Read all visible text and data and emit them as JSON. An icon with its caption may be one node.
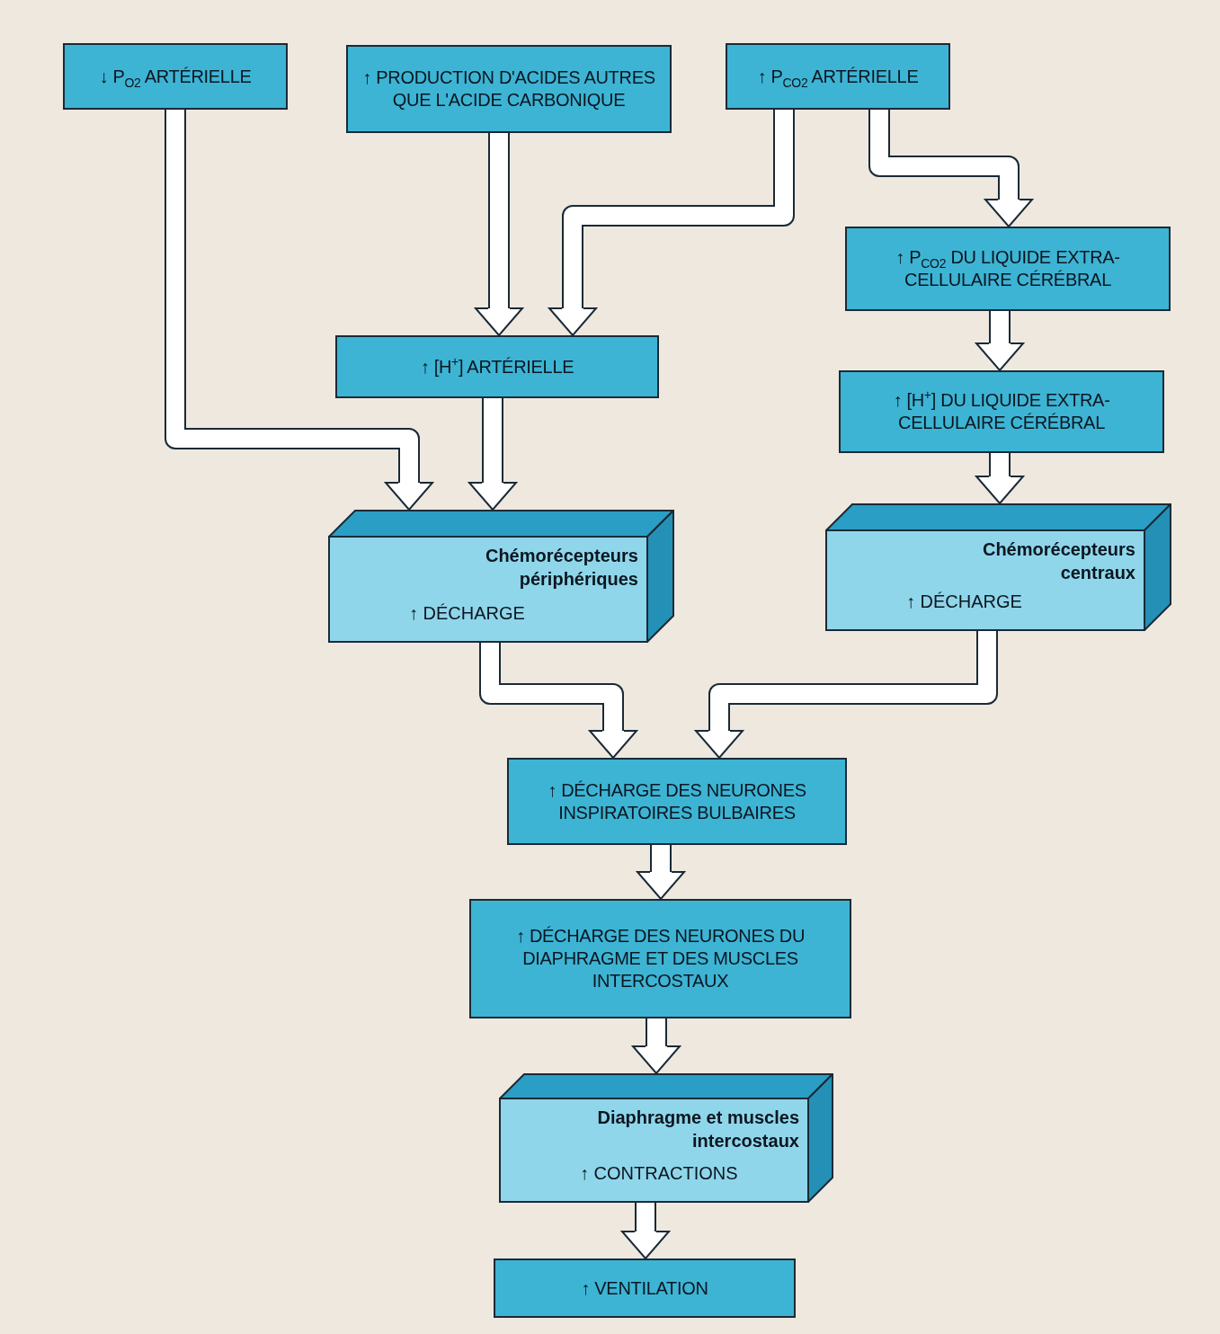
{
  "diagram": {
    "nodes": [
      {
        "text": [
          "↓ P$_{O2}$ ARTÉRIELLE"
        ]
      },
      {
        "text": [
          "↑ PRODUCTION D'ACIDES AUTRES QUE L'ACIDE CARBONIQUE"
        ]
      },
      {
        "text": [
          "↑ P$_{CO2}$ ARTÉRIELLE"
        ]
      },
      {
        "text": [
          "↑ P$_{CO2}$ DU LIQUIDE EXTRA-CELLULAIRE CÉRÉBRAL"
        ]
      },
      {
        "text": [
          "↑ [H$^{+}$] ARTÉRIELLE"
        ]
      },
      {
        "text": [
          "↑ [H$^{+}$] DU LIQUIDE EXTRA-CELLULAIRE CÉRÉBRAL"
        ]
      },
      {
        "text": [
          "Chémorécepteurs périphériques",
          "↑ DÉCHARGE"
        ]
      },
      {
        "text": [
          "Chémorécepteurs centraux",
          "↑ DÉCHARGE"
        ]
      },
      {
        "text": [
          "↑ DÉCHARGE DES NEURONES INSPIRATOIRES BULBAIRES"
        ]
      },
      {
        "text": [
          "↑ DÉCHARGE DES NEURONES DU DIAPHRAGME ET DES MUSCLES INTERCOSTAUX"
        ]
      },
      {
        "text": [
          "Diaphragme et muscles intercostaux",
          "↑ CONTRACTIONS"
        ]
      },
      {
        "text": [
          "↑ VENTILATION"
        ]
      }
    ],
    "edges": [
      {
        "from": 0,
        "to": 6,
        "arrow": "to"
      },
      {
        "from": 1,
        "to": 4,
        "arrow": "to"
      },
      {
        "from": 2,
        "to": 4,
        "arrow": "to"
      },
      {
        "from": 2,
        "to": 3,
        "arrow": "to"
      },
      {
        "from": 3,
        "to": 5,
        "arrow": "to"
      },
      {
        "from": 4,
        "to": 6,
        "arrow": "to"
      },
      {
        "from": 5,
        "to": 7,
        "arrow": "to"
      },
      {
        "from": 6,
        "to": 8,
        "arrow": "to"
      },
      {
        "from": 7,
        "to": 8,
        "arrow": "to"
      },
      {
        "from": 8,
        "to": 9,
        "arrow": "to"
      },
      {
        "from": 9,
        "to": 10,
        "arrow": "to"
      },
      {
        "from": 10,
        "to": 11,
        "arrow": "to"
      }
    ]
  }
}
